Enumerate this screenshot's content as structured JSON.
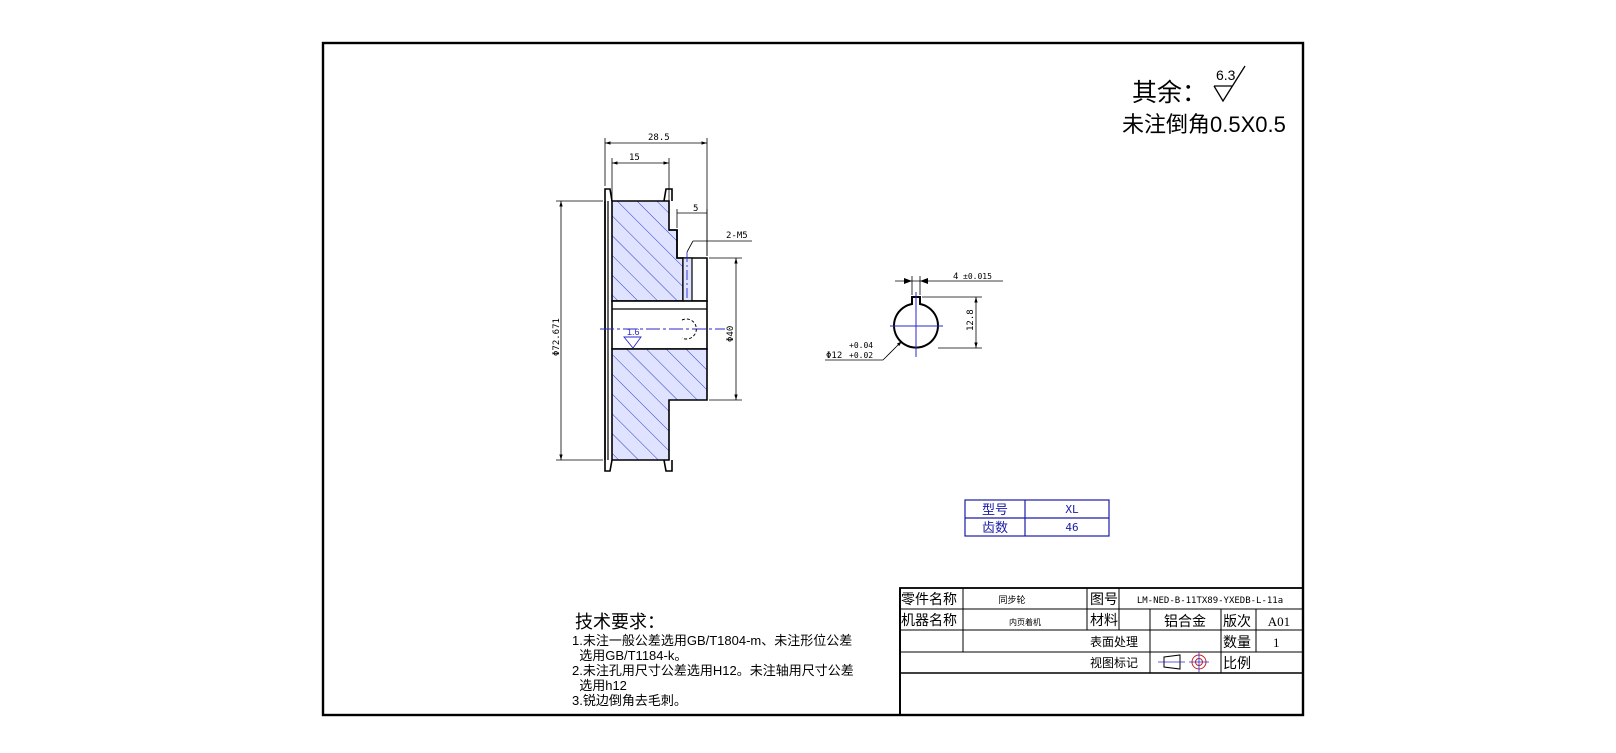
{
  "colors": {
    "line": "#000000",
    "hatch": "#2e3ec8",
    "part_fill": "#dfe3ff",
    "dim": "#000000",
    "center": "#2a2acc",
    "table_text": "#1a1aa8"
  },
  "surface_note": {
    "prefix": "其余：",
    "roughness": "6.3"
  },
  "chamfer_note": "未注倒角0.5X0.5",
  "side_view": {
    "dim_total_width": "28.5",
    "dim_hub_width": "15",
    "dim_slot": "5",
    "dim_screw": "2-M5",
    "dim_bore": "Φ40",
    "dim_outer": "Φ72.671",
    "roughness_inner": "1.6"
  },
  "front_view": {
    "dim_key_width": "4",
    "dim_key_tol": "±0.015",
    "dim_key_depth": "12.8",
    "dim_bore": "Φ12",
    "tol_upper": "+0.04",
    "tol_lower": "+0.02"
  },
  "spec_table": [
    {
      "label": "型号",
      "value": "XL"
    },
    {
      "label": "齿数",
      "value": "46"
    }
  ],
  "tech_req": {
    "title": "技术要求：",
    "lines": [
      "1.未注一般公差选用GB/T1804-m、未注形位公差",
      "  选用GB/T1184-k。",
      "2.未注孔用尺寸公差选用H12。未注轴用尺寸公差",
      "  选用h12",
      "3.锐边倒角去毛刺。"
    ]
  },
  "title_block": {
    "part_name_label": "零件名称",
    "part_name": "同步轮",
    "drawing_no_label": "图号",
    "drawing_no": "LM-NED-B-11TX89-YXEDB-L-11a",
    "machine_label": "机器名称",
    "machine_name": "内页着机",
    "material_label": "材料",
    "material": "铝合金",
    "version_label": "版次",
    "version": "A01",
    "surface_label": "表面处理",
    "quantity_label": "数量",
    "quantity": "1",
    "view_label": "视图标记",
    "scale_label": "比例"
  }
}
